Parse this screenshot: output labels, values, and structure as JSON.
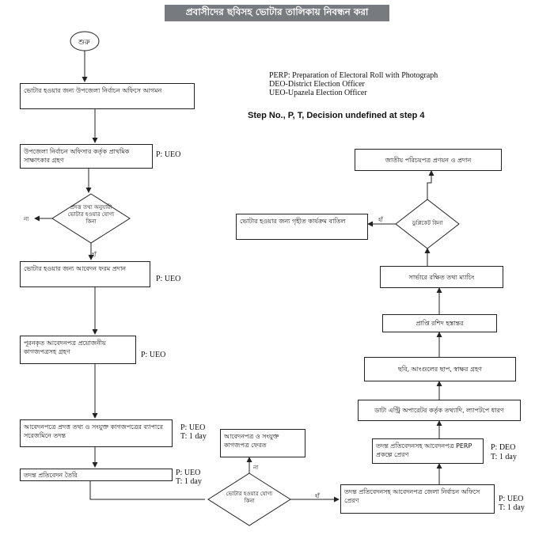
{
  "title": "প্রবাসীদের ছবিসহ ভোটার তালিকায় নিবন্ধন করা",
  "legend": {
    "line1": "PERP: Preparation of Electoral Roll with Photograph",
    "line2": "DEO-District Election Officer",
    "line3": "UEO-Upazela Election Officer"
  },
  "warning": "Step No., P, T, Decision undefined at step 4",
  "start": "শুরু",
  "steps": {
    "s1": "ভোটার হওয়ার জন্য উপজেলা নির্বাচন অফিসে আগমন",
    "s2": "উপজেলা নির্বাচন অফিসার কর্তৃক প্রাথমিক সাক্ষাৎকার গ্রহণ",
    "s3": "ভোটার হওয়ার জন্য আবেদন ফরম প্রদান",
    "s4": "পূরনকৃত আবেদনপত্র প্রয়োজনীয় কাগজপত্রসহ গ্রহণ",
    "s5": "আবেদনপত্রে প্রদত্ত তথ্য ও সংযুক্ত কাগজপত্রের ব্যাপারে সরেজমিনে তদন্ত",
    "s6": "তদন্ত প্রতিবেদন তৈরি",
    "s7": "আবেদনপত্র ও সংযুক্ত কাগজপত্র ফেরত",
    "s8": "তদন্ত প্রতিবেদনসহ আবেদনপত্র জেলা নির্বাচন অফিসে প্রেরণ",
    "s9": "তদন্ত প্রতিবেদনসহ আবেদনপত্র PERP প্রকল্পে প্রেরণ",
    "s10": "ডাটা এন্ট্রি অপারেটর কর্তৃক তথ্যাদি, ল্যাপটপে ধারণ",
    "s11": "ছবি, আংগুলের ছাপ, স্বাক্ষর গ্রহণ",
    "s12": "প্রাপ্তি রশিদ হস্তান্তর",
    "s13": "সার্ভারে রক্ষিত তথ্য ম্যাচিং",
    "s14": "ভোটার হওয়ার জন্য গৃহীত কার্যক্রম বাতিল",
    "s15": "জাতীয় পরিচয়পত্র প্রণয়ন ও প্রদান"
  },
  "decisions": {
    "d1": "প্রদত্ত তথ্য অনুযায়ী ভোটার হওয়ার যোগ্য কিনা",
    "d2": "ভোটার হওয়ার যোগ্য কিনা",
    "d3": "ডুপ্লিকেট কিনা"
  },
  "branch": {
    "no": "না",
    "yes": "হাঁ"
  },
  "meta": {
    "m2": "P: UEO",
    "m3": "P: UEO",
    "m4": "P: UEO",
    "m5p": "P: UEO",
    "m5t": "T: 1 day",
    "m6p": "P: UEO",
    "m6t": "T: 1 day",
    "m8p": "P: UEO",
    "m8t": "T: 1 day",
    "m9p": "P: DEO",
    "m9t": "T: 1 day"
  }
}
